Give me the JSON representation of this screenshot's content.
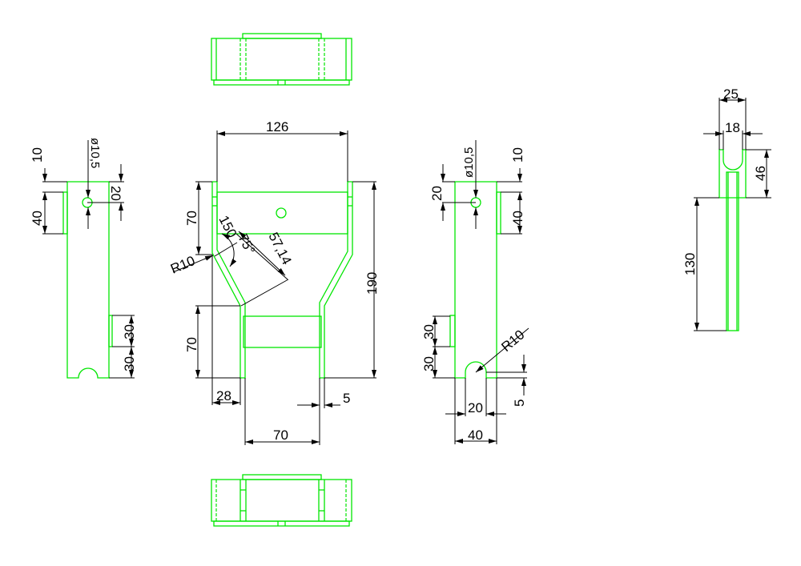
{
  "colors": {
    "outline": "#00e600",
    "dimension": "#000000",
    "background": "#ffffff"
  },
  "front_view": {
    "width_top": "126",
    "height_total": "190",
    "upper_height": "70",
    "lower_height": "70",
    "offset_left": "28",
    "wall": "5",
    "width_bottom": "70",
    "angle_outer": "150",
    "angle_inner": "75°",
    "slant_length": "57,14",
    "radius": "R10"
  },
  "left_view": {
    "top_offset": "10",
    "hole_dia": "ø10,5",
    "hole_pos": "20",
    "tab_height": "40",
    "lower_tab": "30",
    "bottom_offset": "30"
  },
  "right_view": {
    "hole_dia": "ø10,5",
    "top_offset": "10",
    "hole_pos": "20",
    "tab_height": "40",
    "lower_tab": "30",
    "bottom_offset": "30",
    "radius": "R10",
    "slot_depth": "5",
    "slot_width": "20",
    "width": "40"
  },
  "side_part": {
    "outer_width": "25",
    "inner_width": "18",
    "head_height": "46",
    "shaft_length": "130"
  }
}
